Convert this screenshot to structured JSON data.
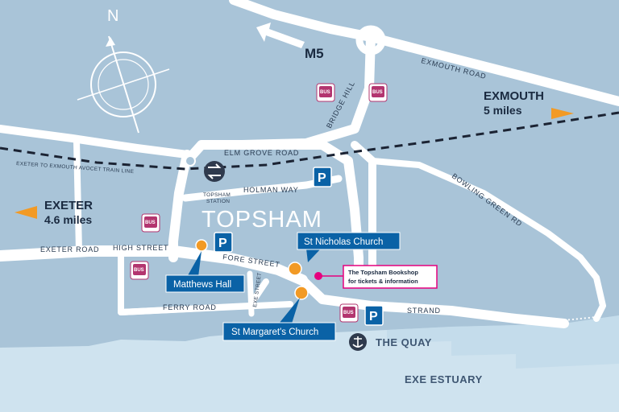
{
  "colors": {
    "land": "#a9c4d8",
    "water": "#cfe3ef",
    "water_deep": "#bcd7e8",
    "road": "#ffffff",
    "callout": "#0a62a6",
    "marker": "#f29a25",
    "bus": "#b3356f",
    "parking": "#0a62a6",
    "bookshop": "#e6007e"
  },
  "compass": {
    "label": "N"
  },
  "directions": {
    "m5": "M5",
    "exmouth": {
      "name": "EXMOUTH",
      "distance": "5 miles"
    },
    "exeter": {
      "name": "EXETER",
      "distance": "4.6 miles"
    }
  },
  "roads": {
    "exmouth_road": "EXMOUTH ROAD",
    "bridge_hill": "BRIDGE HILL",
    "elm_grove_road": "ELM GROVE ROAD",
    "holman_way": "HOLMAN WAY",
    "bowling_green_rd": "BOWLING GREEN RD",
    "exeter_road": "EXETER ROAD",
    "high_street": "HIGH STREET",
    "fore_street": "FORE STREET",
    "exe_street": "EXE STREET",
    "ferry_road": "FERRY ROAD",
    "strand": "STRAND",
    "train_line": "EXETER TO EXMOUTH AVOCET TRAIN LINE"
  },
  "station": {
    "label_line1": "TOPSHAM",
    "label_line2": "STATION"
  },
  "town": "TOPSHAM",
  "callouts": {
    "st_nicholas": "St Nicholas Church",
    "matthews_hall": "Matthews Hall",
    "st_margarets": "St Margaret's Church"
  },
  "bookshop": {
    "line1": "The Topsham Bookshop",
    "line2": "for tickets & information"
  },
  "bus_label": "BUS",
  "parking_label": "P",
  "quay": "THE QUAY",
  "estuary": "EXE ESTUARY"
}
